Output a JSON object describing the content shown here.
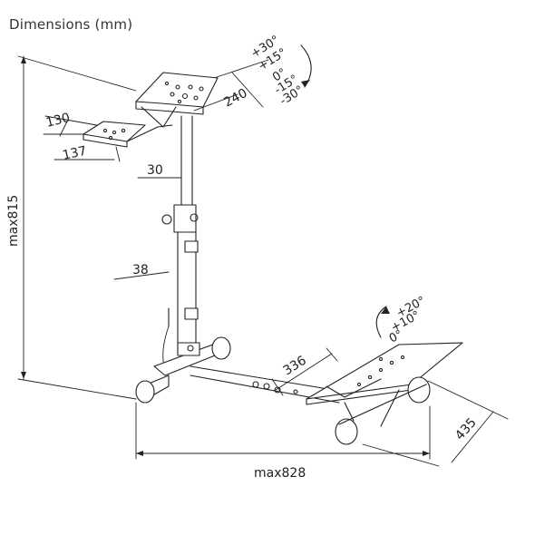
{
  "title": "Dimensions (mm)",
  "dimensions": {
    "plate_width": "240",
    "shifter_width": "130",
    "shifter_depth": "137",
    "upper_tube": "30",
    "lower_tube": "38",
    "pedal_length": "336",
    "height": "max815",
    "length": "max828",
    "base_width": "435"
  },
  "tilt_angles": {
    "wheel_plate": [
      "+30°",
      "+15°",
      "0°",
      "-15°",
      "-30°"
    ],
    "pedal_plate": [
      "+20°",
      "+10°",
      "0°"
    ]
  }
}
